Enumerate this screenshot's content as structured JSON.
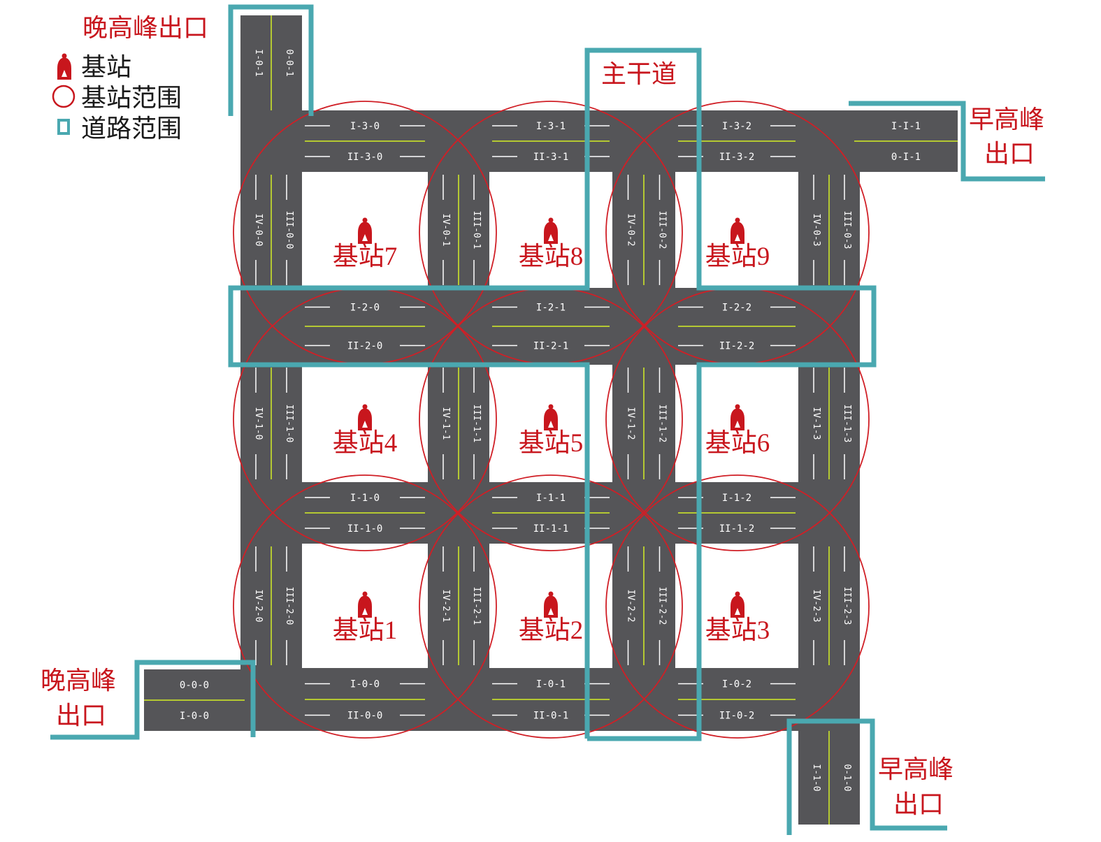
{
  "legend": {
    "station_label": "基站",
    "coverage_label": "基站范围",
    "road_range_label": "道路范围"
  },
  "colors": {
    "asphalt": "#555558",
    "lane_line": "#ffffff",
    "center_line": "#b4c832",
    "coverage_circle": "#d01f26",
    "road_range": "#4aa8b0",
    "label_red": "#c8161d"
  },
  "labels": {
    "main_road": "主干道",
    "evening_exit_top": "晚高峰出口",
    "evening_exit_bottom_l1": "晚高峰",
    "evening_exit_bottom_l2": "出口",
    "morning_exit_right_l1": "早高峰",
    "morning_exit_right_l2": "出口",
    "morning_exit_bottom_l1": "早高峰",
    "morning_exit_bottom_l2": "出口"
  },
  "stations": [
    {
      "id": 1,
      "label": "基站1"
    },
    {
      "id": 2,
      "label": "基站2"
    },
    {
      "id": 3,
      "label": "基站3"
    },
    {
      "id": 4,
      "label": "基站4"
    },
    {
      "id": 5,
      "label": "基站5"
    },
    {
      "id": 6,
      "label": "基站6"
    },
    {
      "id": 7,
      "label": "基站7"
    },
    {
      "id": 8,
      "label": "基站8"
    },
    {
      "id": 9,
      "label": "基站9"
    }
  ],
  "road_codes": {
    "horizontal": [
      {
        "top": "I-3-0",
        "bottom": "II-3-0"
      },
      {
        "top": "I-3-1",
        "bottom": "II-3-1"
      },
      {
        "top": "I-3-2",
        "bottom": "II-3-2"
      },
      {
        "top": "I-2-0",
        "bottom": "II-2-0"
      },
      {
        "top": "I-2-1",
        "bottom": "II-2-1"
      },
      {
        "top": "I-2-2",
        "bottom": "II-2-2"
      },
      {
        "top": "I-1-0",
        "bottom": "II-1-0"
      },
      {
        "top": "I-1-1",
        "bottom": "II-1-1"
      },
      {
        "top": "I-1-2",
        "bottom": "II-1-2"
      },
      {
        "top": "I-0-0",
        "bottom": "II-0-0"
      },
      {
        "top": "I-0-1",
        "bottom": "II-0-1"
      },
      {
        "top": "I-0-2",
        "bottom": "II-0-2"
      }
    ],
    "vertical": [
      {
        "left": "IV-2-0",
        "right": "III-2-0"
      },
      {
        "left": "IV-2-1",
        "right": "III-2-1"
      },
      {
        "left": "IV-2-2",
        "right": "III-2-2"
      },
      {
        "left": "IV-2-3",
        "right": "III-2-3"
      },
      {
        "left": "IV-1-0",
        "right": "III-1-0"
      },
      {
        "left": "IV-1-1",
        "right": "III-1-1"
      },
      {
        "left": "IV-1-2",
        "right": "III-1-2"
      },
      {
        "left": "IV-1-3",
        "right": "III-1-3"
      },
      {
        "left": "IV-0-0",
        "right": "III-0-0"
      },
      {
        "left": "IV-0-1",
        "right": "III-0-1"
      },
      {
        "left": "IV-0-2",
        "right": "III-0-2"
      },
      {
        "left": "IV-0-3",
        "right": "III-0-3"
      }
    ],
    "exits": {
      "top_left": {
        "left": "I-0-1",
        "right": "0-0-1"
      },
      "right_top": {
        "top": "I-I-1",
        "bottom": "0-I-1"
      },
      "bottom_left": {
        "top": "0-0-0",
        "bottom": "I-0-0"
      },
      "bottom_right": {
        "left": "I-1-0",
        "right": "0-1-0"
      }
    }
  }
}
